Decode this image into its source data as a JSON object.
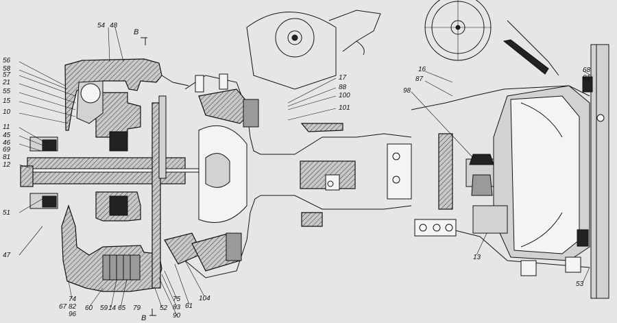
{
  "drawing": {
    "section_marks": {
      "top": "В",
      "bottom": "В"
    },
    "callouts": [
      {
        "id": "c54",
        "text": "54"
      },
      {
        "id": "c48",
        "text": "48"
      },
      {
        "id": "c56",
        "text": "56"
      },
      {
        "id": "c58",
        "text": "58"
      },
      {
        "id": "c57",
        "text": "57"
      },
      {
        "id": "c21",
        "text": "21"
      },
      {
        "id": "c55",
        "text": "55"
      },
      {
        "id": "c15",
        "text": "15"
      },
      {
        "id": "c10",
        "text": "10"
      },
      {
        "id": "c11",
        "text": "11"
      },
      {
        "id": "c45",
        "text": "45"
      },
      {
        "id": "c46",
        "text": "46"
      },
      {
        "id": "c69",
        "text": "69"
      },
      {
        "id": "c81a",
        "text": "81"
      },
      {
        "id": "c12",
        "text": "12"
      },
      {
        "id": "c51",
        "text": "51"
      },
      {
        "id": "c47",
        "text": "47"
      },
      {
        "id": "c17",
        "text": "17"
      },
      {
        "id": "c88",
        "text": "88"
      },
      {
        "id": "c100",
        "text": "100"
      },
      {
        "id": "c101",
        "text": "101"
      },
      {
        "id": "c16",
        "text": "16"
      },
      {
        "id": "c87",
        "text": "87"
      },
      {
        "id": "c98",
        "text": "98"
      },
      {
        "id": "c68",
        "text": "68"
      },
      {
        "id": "c81b",
        "text": "81"
      },
      {
        "id": "c13",
        "text": "13"
      },
      {
        "id": "c53",
        "text": "53"
      },
      {
        "id": "c104",
        "text": "104"
      },
      {
        "id": "c61",
        "text": "61"
      },
      {
        "id": "c75",
        "text": "75"
      },
      {
        "id": "c83",
        "text": "83"
      },
      {
        "id": "c90",
        "text": "90"
      },
      {
        "id": "c52",
        "text": "52"
      },
      {
        "id": "c79",
        "text": "79"
      },
      {
        "id": "c65",
        "text": "65"
      },
      {
        "id": "c14",
        "text": "14"
      },
      {
        "id": "c59",
        "text": "59"
      },
      {
        "id": "c60",
        "text": "60"
      },
      {
        "id": "c74",
        "text": "74"
      },
      {
        "id": "c82",
        "text": "82"
      },
      {
        "id": "c96",
        "text": "96"
      },
      {
        "id": "c67",
        "text": "67"
      }
    ]
  }
}
